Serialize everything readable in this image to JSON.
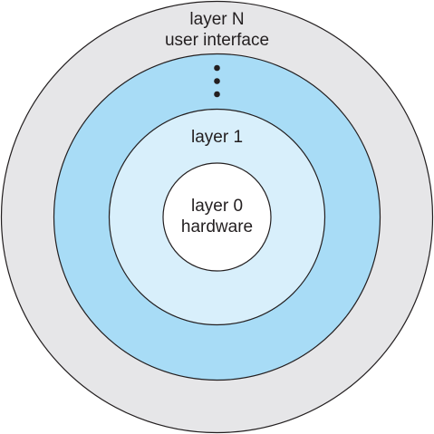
{
  "diagram": {
    "outer_ring": {
      "line1": "layer N",
      "line2": "user interface",
      "color": "#e6e6e8"
    },
    "middle_ring": {
      "ellipsis": "...",
      "color": "#a8dcf6"
    },
    "inner_ring": {
      "label": "layer 1",
      "color": "#d8effb"
    },
    "core": {
      "line1": "layer 0",
      "line2": "hardware",
      "color": "#ffffff"
    },
    "stroke_color": "#231f20"
  }
}
